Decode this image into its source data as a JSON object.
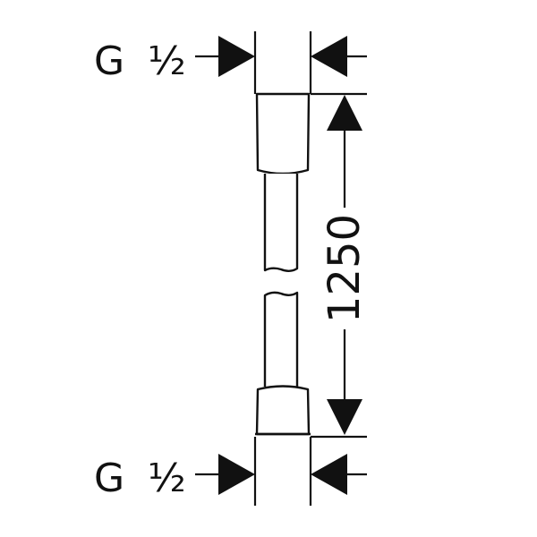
{
  "labels": {
    "top_thread": {
      "letter": "G",
      "size": "½"
    },
    "bottom_thread": {
      "letter": "G",
      "size": "½"
    },
    "length": "1250"
  },
  "colors": {
    "line": "#111111",
    "background": "#ffffff"
  }
}
